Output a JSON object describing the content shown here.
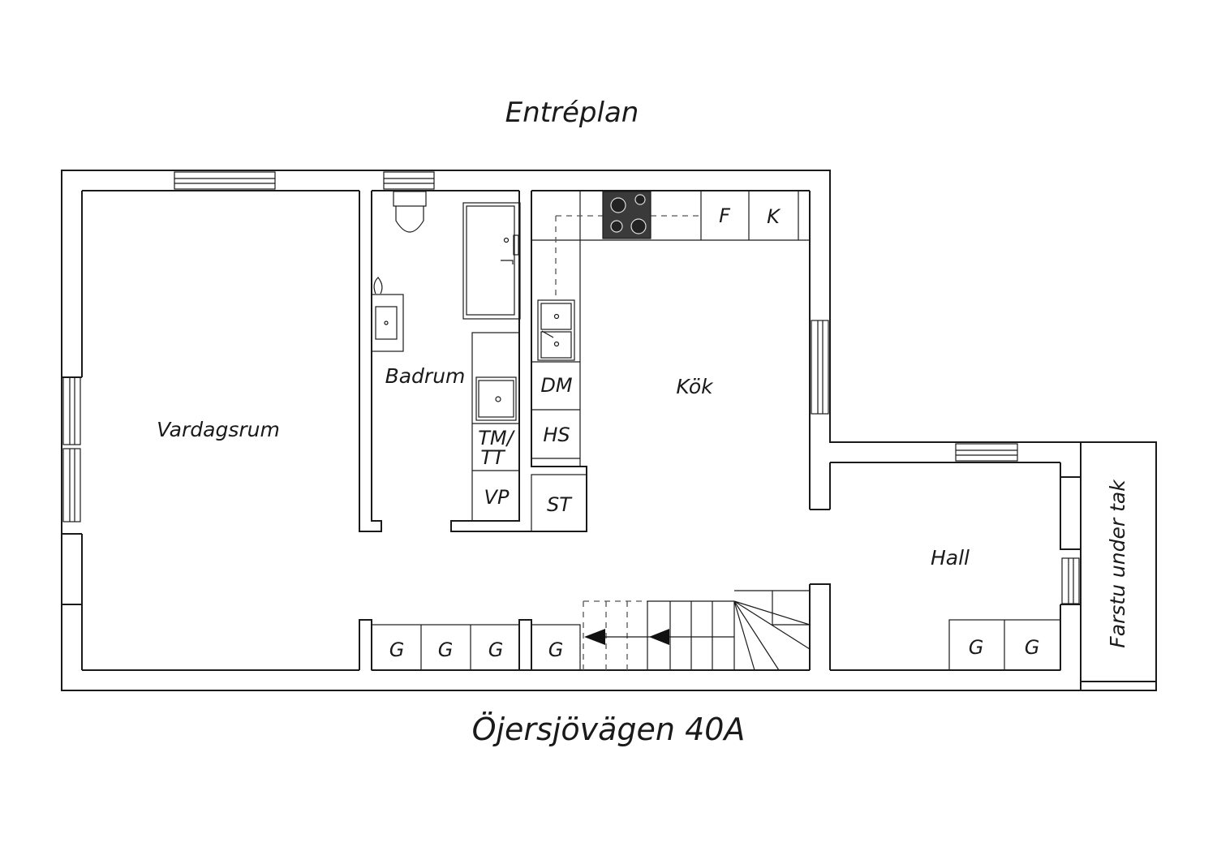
{
  "plan": {
    "title": "Entréplan",
    "address": "Öjersjövägen 40A"
  },
  "rooms": {
    "vardagsrum": "Vardagsrum",
    "badrum": "Badrum",
    "kok": "Kök",
    "hall": "Hall",
    "farstu": "Farstu under tak"
  },
  "fixtures": {
    "fridge": "F",
    "freezer": "K",
    "dishwasher": "DM",
    "tall_cabinet": "HS",
    "washer_dryer_line1": "TM/",
    "washer_dryer_line2": "TT",
    "water_heater": "VP",
    "broom_closet": "ST",
    "wardrobe": "G"
  }
}
